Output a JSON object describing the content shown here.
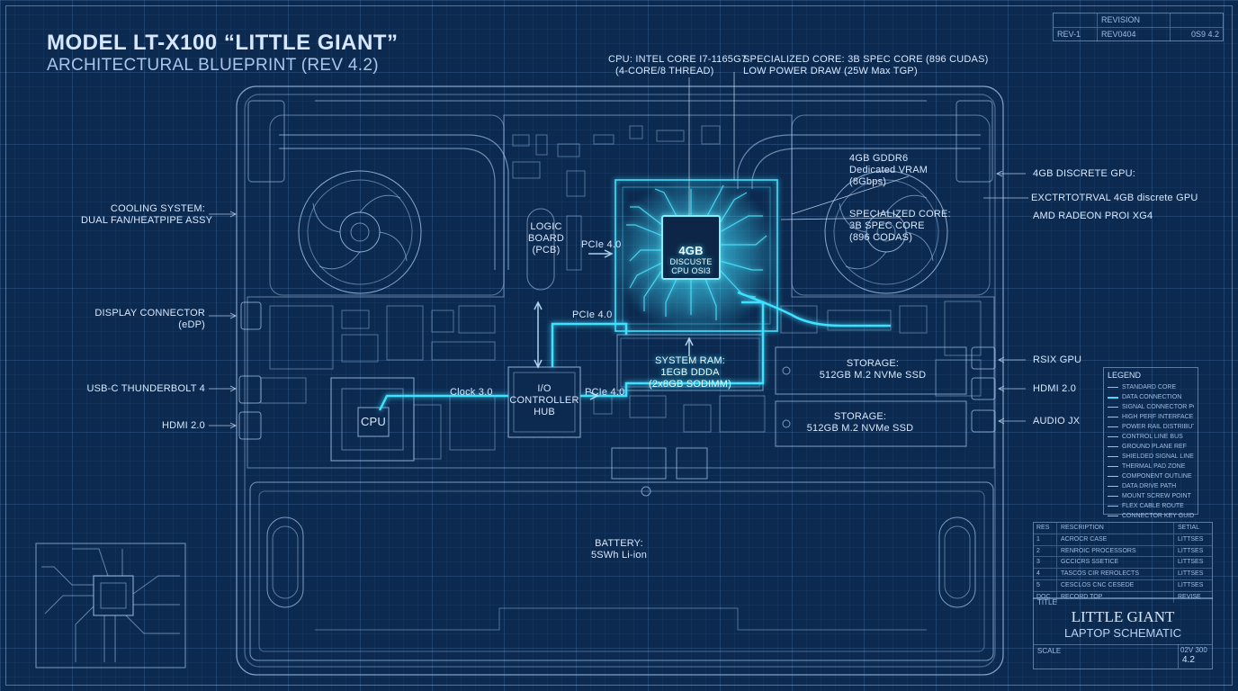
{
  "header": {
    "title": "MODEL LT-X100 “LITTLE GIANT”",
    "subtitle": "ARCHITECTURAL BLUEPRINT (REV 4.2)"
  },
  "revision_block": {
    "header": "REVISION",
    "rev": "REV-1",
    "desc": "REV0404",
    "num": "0S9 4.2"
  },
  "labels": {
    "cpu_spec_1": "CPU: INTEL CORE I7-1165G7",
    "cpu_spec_2": "(4-CORE/8 THREAD)",
    "core_spec_1": "SPECIALIZED CORE: 3B SPEC CORE (896 CUDAS)",
    "core_spec_2": "LOW POWER DRAW (25W Max TGP)",
    "vram_1": "4GB GDDR6",
    "vram_2": "Dedicated VRAM",
    "vram_3": "(8Gbps)",
    "gpu_right": "4GB DISCRETE GPU:",
    "external": "EXCTRTOTRVAL 4GB discrete GPU",
    "spec_core_1": "SPECIALIZED CORE:",
    "spec_core_2": "3B SPEC CORE",
    "spec_core_3": "(896 CODAS)",
    "amd": "AMD RADEON PROI XG4",
    "cooling_1": "COOLING SYSTEM:",
    "cooling_2": "DUAL FAN/HEATPIPE ASSY",
    "logic_1": "LOGIC",
    "logic_2": "BOARD",
    "logic_3": "(PCB)",
    "pcie_a": "PCIe 4.0",
    "pcie_b": "PCIe 4.0",
    "pcie_c": "PCIe 4.0",
    "clock": "Clock 3.0",
    "display_1": "DISPLAY CONNECTOR",
    "display_2": "(eDP)",
    "usbc": "USB-C THUNDERBOLT 4",
    "hdmi_left": "HDMI 2.0",
    "cpu_box": "CPU",
    "io_1": "I/O",
    "io_2": "CONTROLLER",
    "io_3": "HUB",
    "chip_1": "4GB",
    "chip_2": "DISCUSTE",
    "chip_3": "CPU OSI3",
    "ram_1": "SYSTEM RAM:",
    "ram_2": "1EGB DDDA",
    "ram_3": "(2x8GB SODIMM)",
    "storage_a_1": "STORAGE:",
    "storage_a_2": "512GB M.2 NVMe SSD",
    "storage_b_1": "STORAGE:",
    "storage_b_2": "512GB M.2 NVMe SSD",
    "rsix": "RSIX GPU",
    "hdmi_right": "HDMI 2.0",
    "audio": "AUDIO JX",
    "battery_1": "BATTERY:",
    "battery_2": "5SWh Li-ion"
  },
  "legend": {
    "title": "LEGEND",
    "items": [
      "STANDARD CORE",
      "DATA CONNECTION",
      "SIGNAL CONNECTOR PORT",
      "HIGH PERF INTERFACE SET",
      "POWER RAIL DISTRIBUTION",
      "CONTROL LINE BUS",
      "GROUND PLANE REF",
      "SHIELDED SIGNAL LINE",
      "THERMAL PAD ZONE",
      "COMPONENT OUTLINE",
      "DATA DRIVE PATH",
      "MOUNT SCREW POINT",
      "FLEX CABLE ROUTE",
      "CONNECTOR KEY GUIDE"
    ]
  },
  "bom": [
    {
      "ref": "RES",
      "desc": "RESCRIPTION",
      "part": "SETIAL"
    },
    {
      "ref": "1",
      "desc": "ACROCR CASE",
      "part": "LITTSES"
    },
    {
      "ref": "2",
      "desc": "RENROIC PROCESSORS",
      "part": "LITTSES"
    },
    {
      "ref": "3",
      "desc": "GCCICRS SSETICE",
      "part": "LITTSES"
    },
    {
      "ref": "4",
      "desc": "TASCOS CIR REROLECTS",
      "part": "LITTSES"
    },
    {
      "ref": "5",
      "desc": "CESCLOS CNC CESEDE",
      "part": "LITTSES"
    },
    {
      "ref": "DOC",
      "desc": "RECORD TOP",
      "part": "REVISE"
    }
  ],
  "title_block": {
    "label": "TITLE",
    "title": "LITTLE GIANT",
    "subtitle": "LAPTOP SCHEMATIC",
    "scale_label": "SCALE",
    "rev_label": "02V 300",
    "rev_value": "4.2"
  },
  "colors": {
    "background": "#0c2a50",
    "line": "#a9c9f0",
    "glow": "#3fe0ff"
  }
}
